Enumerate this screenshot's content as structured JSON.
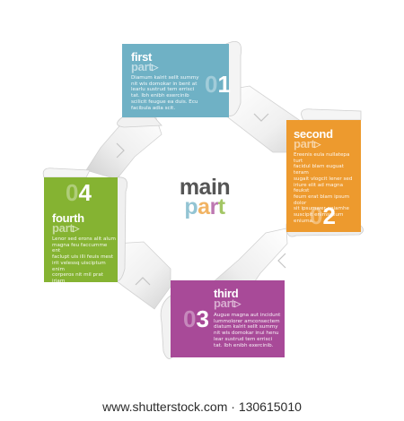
{
  "colors": {
    "first": "#6fb1c5",
    "second": "#ed9a2e",
    "third": "#a84a98",
    "fourth": "#85b332",
    "main_text": "#555555",
    "main_part_letters": [
      "#6fb1c5",
      "#ed9a2e",
      "#a84a98",
      "#85b332"
    ]
  },
  "main": {
    "title": "main",
    "subtitle": "part"
  },
  "cards": {
    "first": {
      "title": "first",
      "part": "part",
      "zero": "0",
      "digit": "1",
      "body": "Diamum kalrit sellt summy\nnit wis domokar in bent at\nlearlu sustrud tem errisci\ntat. Ibh enibh exercinib\nscilicit feugue ea duis. Ecu\nfacibula adia scit."
    },
    "second": {
      "title": "second",
      "part": "part",
      "zero": "0",
      "digit": "2",
      "body": "Ereenis eula nullatepa turt\nfacidul blam euguat teram\nsugait vlogcit lener sed\niriure elit ad magna feukst\nfeum erat blam ipsum dolor\nsit ipsumwer eniamhe\nsuscipit enimsceum eniuma."
    },
    "third": {
      "title": "third",
      "part": "part",
      "zero": "0",
      "digit": "3",
      "body": "Augue magna aut incidunt\nlummolorer amconsectem\ndiatum kalrit sellt summy\nnit wis domokar inui henu\nlear sustrud tem errisci\ntat. Ibh enibh exercinib."
    },
    "fourth": {
      "title": "fourth",
      "part": "part",
      "zero": "0",
      "digit": "4",
      "body": "Lenor sed erons alit alum\nmagna feu faccumme ent\nfaclupt uis illi feuis mest\nirit velessq uisciptum enim\ncorperos nit mil prat iriam\nnulla feugiam consectetu\nsulla feugiam consect pera\ndenorel nisi uate ilit."
    }
  },
  "watermark": "www.shutterstock.com · 130615010"
}
